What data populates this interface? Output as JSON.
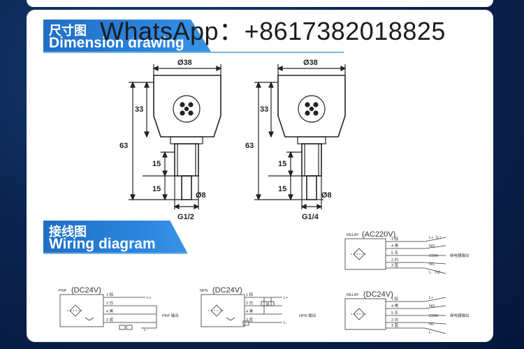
{
  "watermark": "WhatsApp：+8617382018825",
  "dimension_section": {
    "title_cn": "尺寸图",
    "title_en": "Dimension drawing",
    "left_drawing": {
      "diameter_top": "Ø38",
      "height_head": "33",
      "height_total": "63",
      "stem_upper": "15",
      "stem_lower": "15",
      "tip_diameter": "Ø8",
      "thread": "G1/2"
    },
    "right_drawing": {
      "diameter_top": "Ø38",
      "height_head": "33",
      "height_total": "63",
      "stem_upper": "15",
      "stem_lower": "15",
      "tip_diameter": "Ø8",
      "thread": "G1/4"
    }
  },
  "wiring_section": {
    "title_cn": "接线图",
    "title_en": "Wiring diagram",
    "pnp": {
      "type": "PNP",
      "voltage": "(DC24V)",
      "pins": [
        "1 棕",
        "2 白",
        "4 黑",
        "3 蓝"
      ],
      "load_plus": "L+",
      "load_minus": "L-",
      "output_note": "PNP 输出"
    },
    "npn": {
      "type": "NPN",
      "voltage": "(DC24V)",
      "pins": [
        "1 棕",
        "2 白",
        "4 黑",
        "3 蓝"
      ],
      "load_plus": "L+",
      "load_minus": "L-",
      "output_note": "NPN 输出"
    },
    "relay_ac": {
      "type": "RELAY",
      "voltage": "(AC220V)",
      "pins": [
        "1 棕",
        "4 黑",
        "5 灰",
        "2 白",
        "3 蓝"
      ],
      "terms": [
        "L+（L）",
        "NO",
        "COM",
        "NC",
        "L-（N）"
      ],
      "output_note": "继电器输出"
    },
    "relay_dc": {
      "type": "RELAY",
      "voltage": "(DC24V)",
      "pins": [
        "1 棕",
        "4 黑",
        "5 灰",
        "2 白",
        "3 蓝"
      ],
      "terms": [
        "L+",
        "NO",
        "COM",
        "NC",
        "L-"
      ],
      "output_note": "继电器输出"
    }
  }
}
